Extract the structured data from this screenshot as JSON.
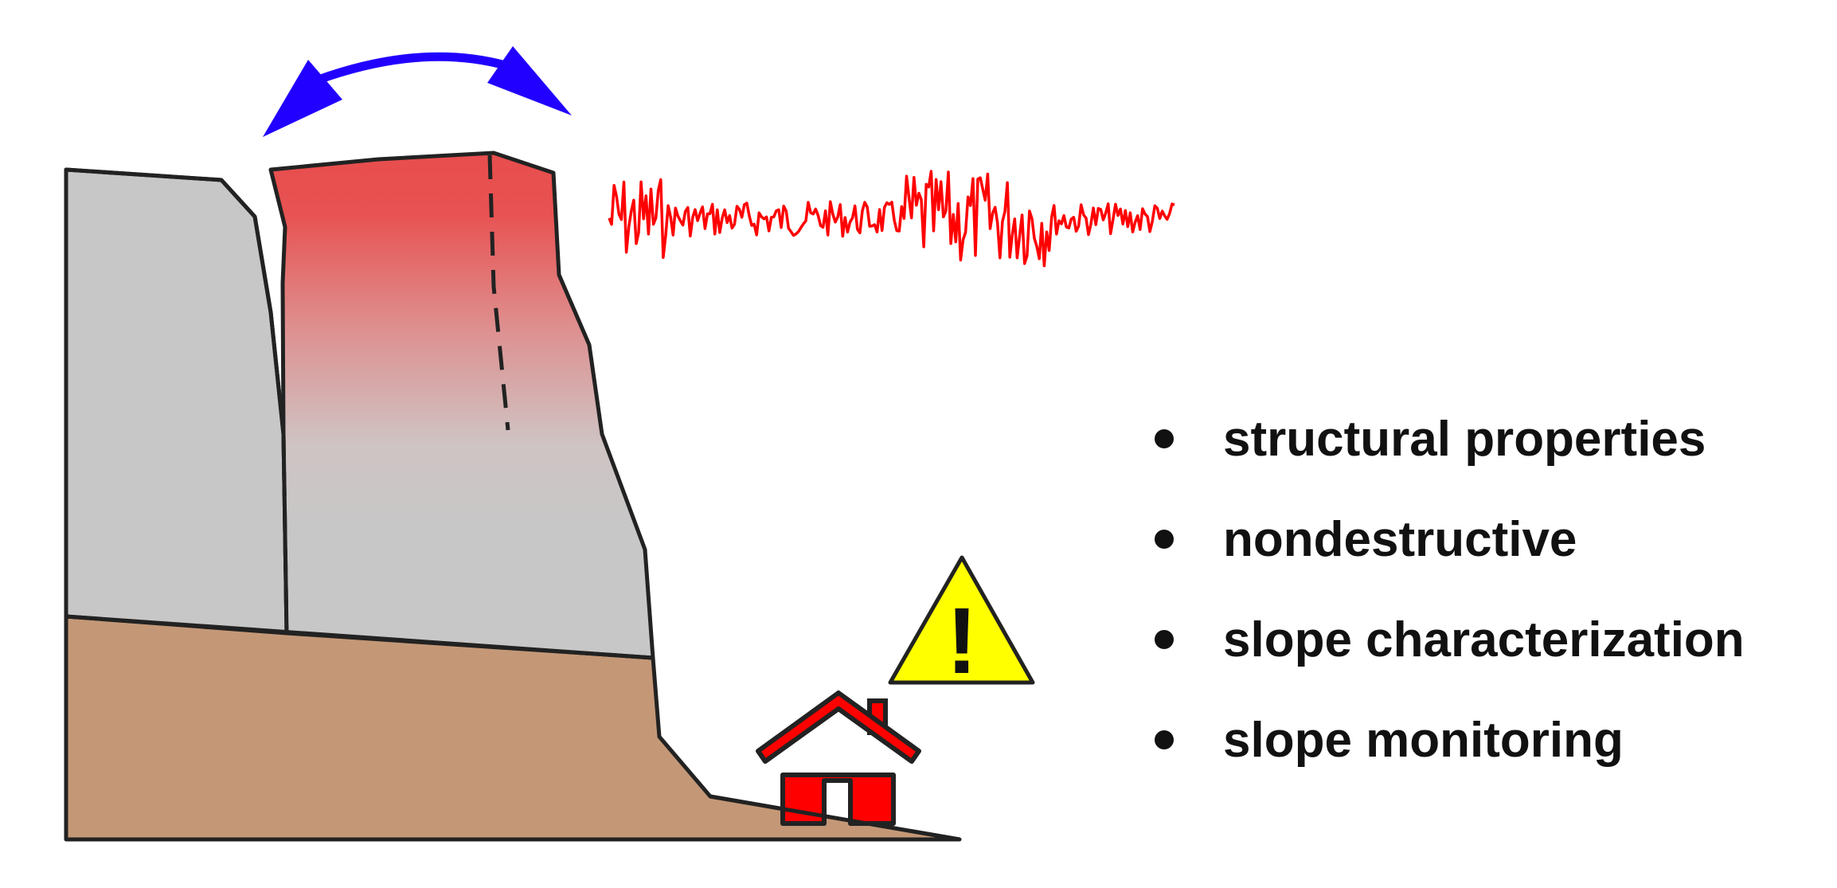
{
  "bullets": [
    {
      "label": "structural properties"
    },
    {
      "label": "nondestructive"
    },
    {
      "label": "slope characterization"
    },
    {
      "label": "slope monitoring"
    }
  ],
  "warning": {
    "symbol": "!"
  },
  "colors": {
    "unstable_block_top": "#e84d4d",
    "unstable_block_bottom": "#c8c8c8",
    "stable_rock": "#c7c7c7",
    "soil": "#c49877",
    "arrow": "#2200ff",
    "signal": "#ff0000",
    "house": "#ff0000",
    "warning_fill": "#ffff00",
    "outline": "#222222"
  },
  "icons": {
    "rocking_arrow": "double-headed-curved-arrow",
    "signal": "ambient-vibration-signal",
    "house": "house-icon",
    "warning": "warning-triangle-icon"
  }
}
